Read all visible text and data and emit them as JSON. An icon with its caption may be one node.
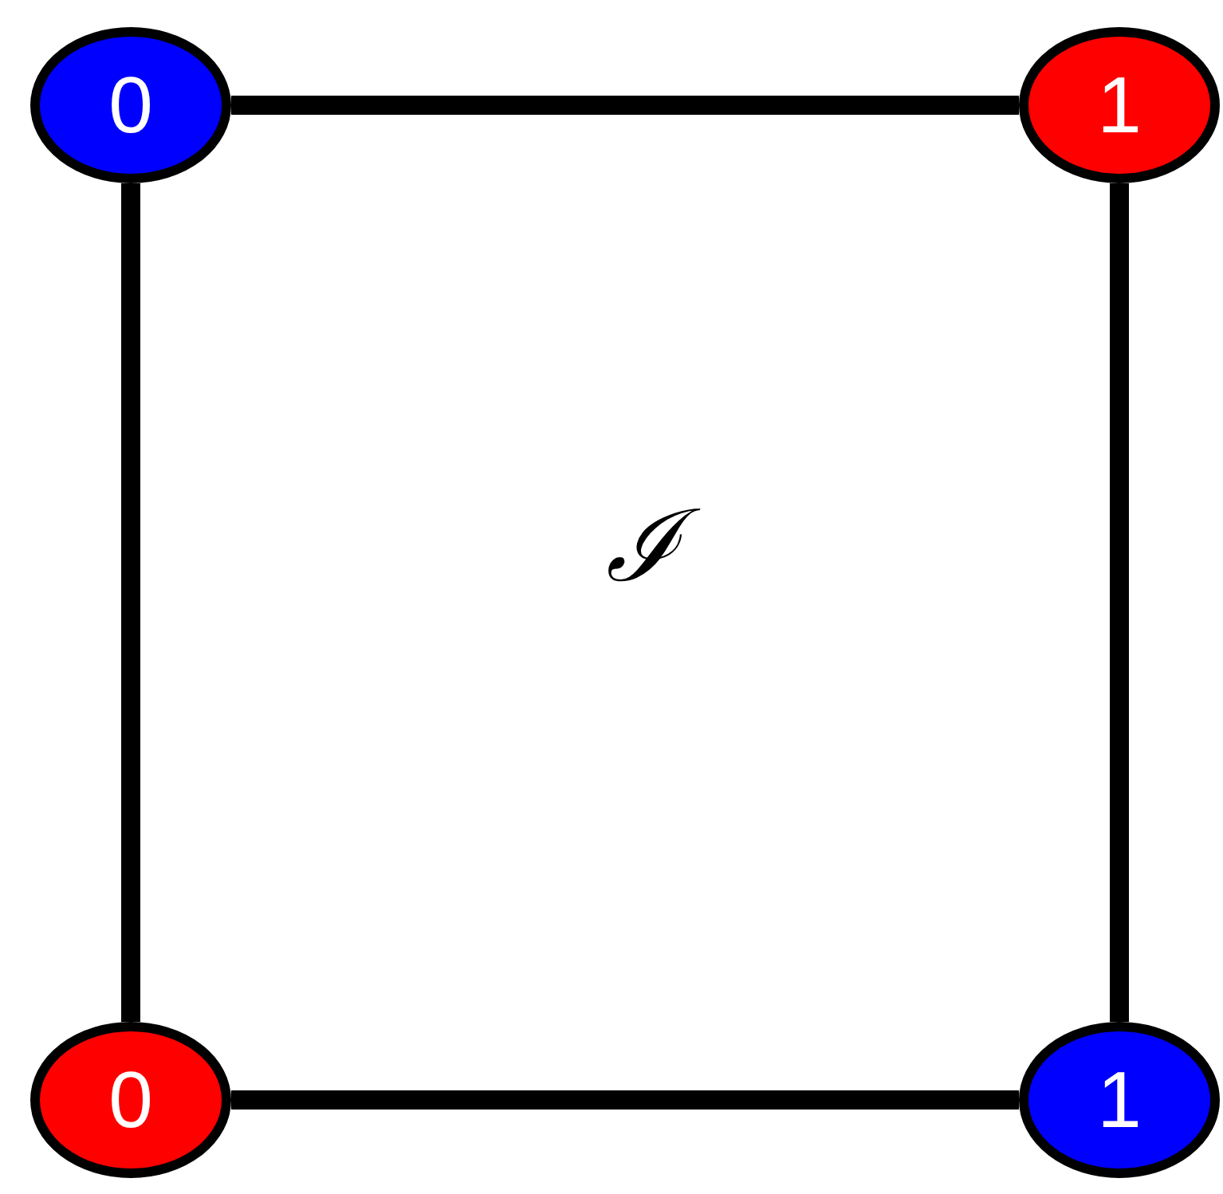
{
  "diagram": {
    "nodes": [
      {
        "text": [
          "0"
        ]
      },
      {
        "text": [
          "1"
        ]
      },
      {
        "text": [
          "0"
        ]
      },
      {
        "text": [
          "1"
        ]
      }
    ],
    "edges": [
      {
        "from": 0,
        "to": 1,
        "arrow": "none"
      },
      {
        "from": 0,
        "to": 2,
        "arrow": "none"
      },
      {
        "from": 1,
        "to": 3,
        "arrow": "none"
      },
      {
        "from": 2,
        "to": 3,
        "arrow": "none"
      }
    ],
    "labels": [
      "ℐ"
    ]
  }
}
